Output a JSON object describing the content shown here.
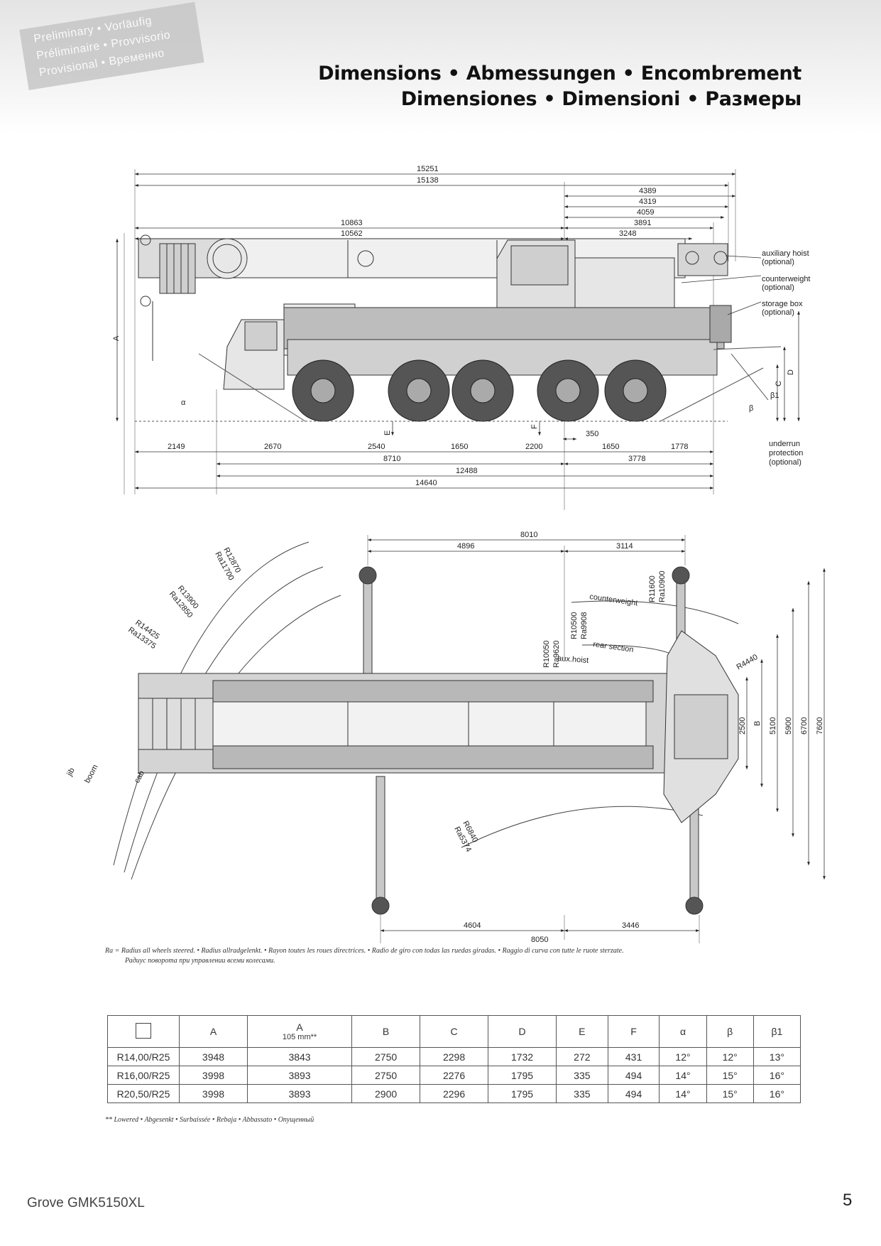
{
  "badge": [
    "Preliminary • Vorläufig",
    "Préliminaire • Provvisorio",
    "Provisional • Временно"
  ],
  "title": {
    "line1": "Dimensions • Abmessungen • Encombrement",
    "line2": "Dimensiones • Dimensioni • Размеры"
  },
  "side_view": {
    "labels": [
      "15251",
      "15138",
      "4389",
      "4319",
      "4059",
      "3891",
      "10863",
      "10562",
      "3248",
      "2149",
      "2670",
      "2540",
      "1650",
      "2200",
      "350",
      "1650",
      "1778",
      "8710",
      "3778",
      "12488",
      "14640"
    ],
    "letters": [
      "A",
      "D",
      "C",
      "α",
      "β",
      "β1",
      "E",
      "F"
    ],
    "callouts": {
      "aux_hoist": [
        "auxiliary hoist",
        "(optional)"
      ],
      "counterweight": [
        "counterweight",
        "(optional)"
      ],
      "storage_box": [
        "storage box",
        "(optional)"
      ],
      "underrun": [
        "underrun",
        "protection",
        "(optional)"
      ]
    }
  },
  "top_view": {
    "labels": [
      "8010",
      "4896",
      "3114",
      "4604",
      "3446",
      "8050",
      "2500",
      "B",
      "5100",
      "5900",
      "6700",
      "7600",
      "R4440"
    ],
    "radii": [
      "R12870",
      "Ra11700",
      "R13900",
      "Ra12850",
      "R14425",
      "Ra13375",
      "R10500",
      "Ra9908",
      "R10050",
      "Ra9620",
      "R11600",
      "Ra10900",
      "R6840",
      "Ra5374"
    ],
    "callouts": {
      "counterweight": "counterweight",
      "rear_section": "rear section",
      "aux_hoist": "aux.hoist",
      "jib": "jib",
      "boom": "boom",
      "cab": "cab"
    }
  },
  "note": {
    "line1": "Ra = Radius all wheels steered. • Radius allradgelenkt. • Rayon toutes les roues directrices. • Radio de giro con todas las ruedas giradas. • Raggio di curva con tutte le ruote sterzate.",
    "line2": "Радиус поворота при управлении всеми колесами."
  },
  "table": {
    "headers": [
      "A",
      "A",
      "B",
      "C",
      "D",
      "E",
      "F",
      "α",
      "β",
      "β1"
    ],
    "a_sub": "105 mm**",
    "rows": [
      [
        "R14,00/R25",
        "3948",
        "3843",
        "2750",
        "2298",
        "1732",
        "272",
        "431",
        "12°",
        "12°",
        "13°"
      ],
      [
        "R16,00/R25",
        "3998",
        "3893",
        "2750",
        "2276",
        "1795",
        "335",
        "494",
        "14°",
        "15°",
        "16°"
      ],
      [
        "R20,50/R25",
        "3998",
        "3893",
        "2900",
        "2296",
        "1795",
        "335",
        "494",
        "14°",
        "15°",
        "16°"
      ]
    ]
  },
  "footnote": "** Lowered • Abgesenkt • Surbaissée • Rebaja • Abbassato • Опущенный",
  "model": "Grove GMK5150XL",
  "page_number": "5"
}
